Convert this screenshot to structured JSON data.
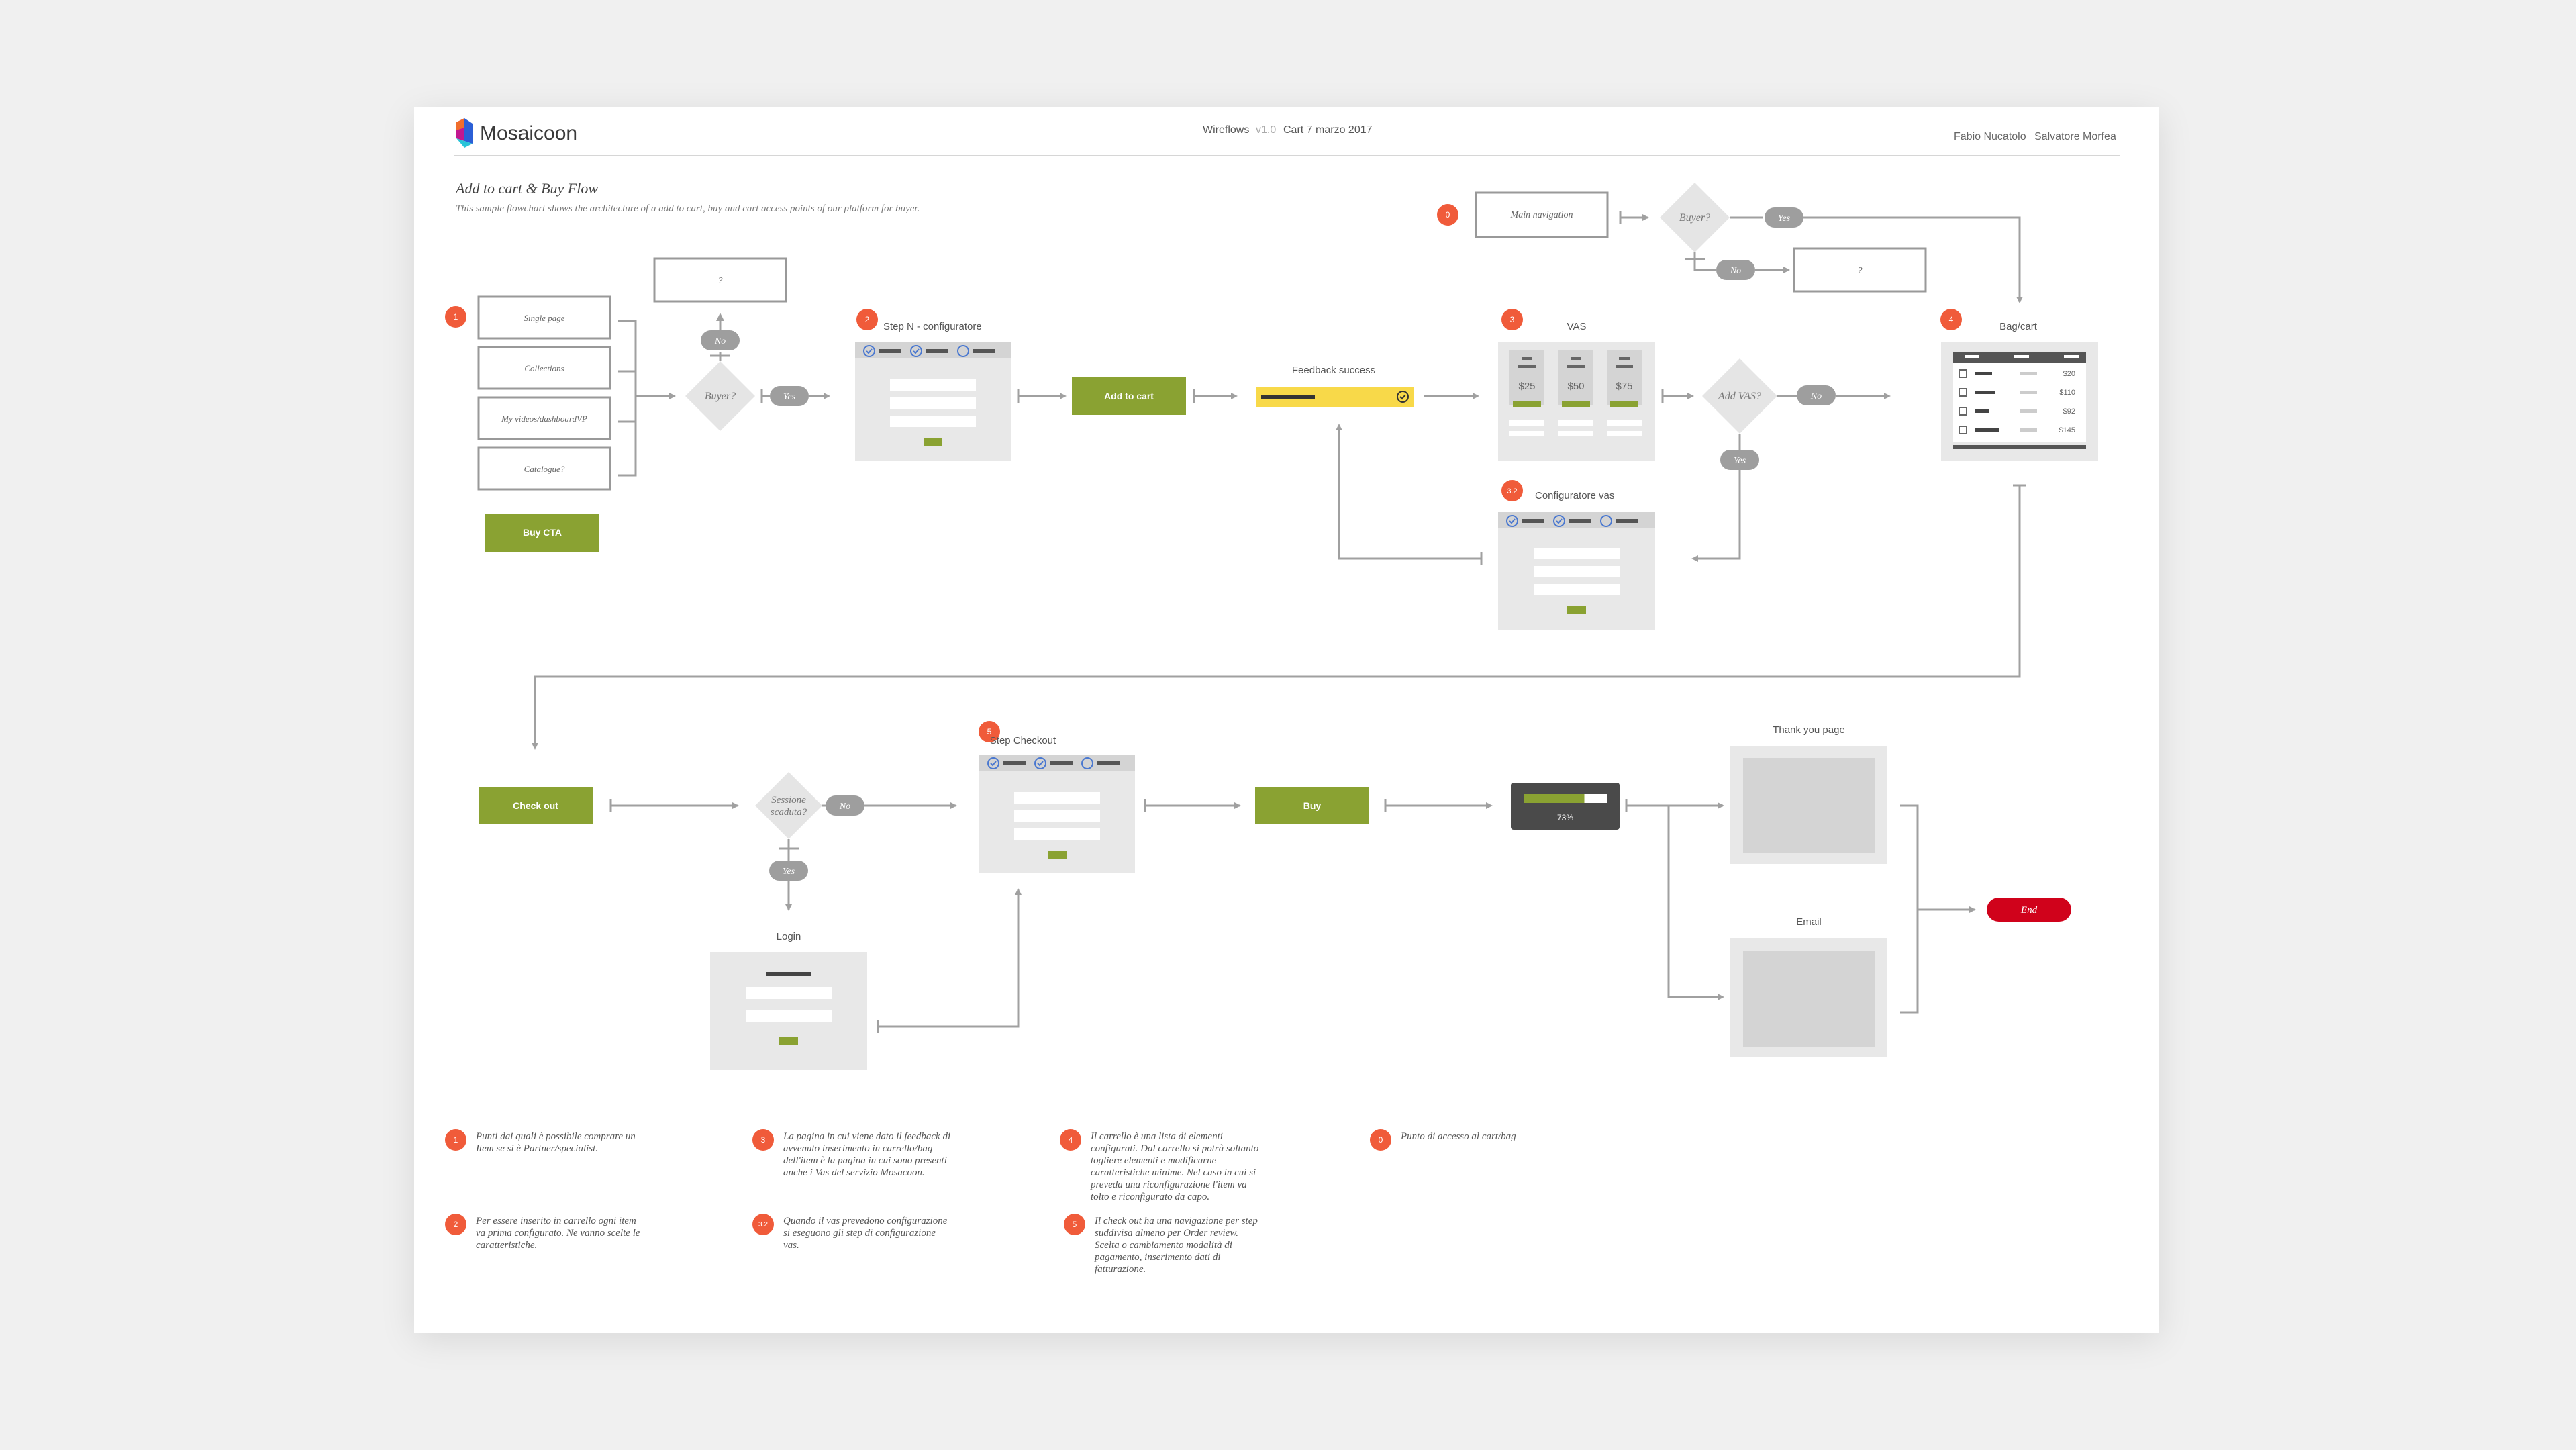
{
  "header": {
    "brand": "Mosaicoon",
    "doc_type": "Wireflows",
    "version": "v1.0",
    "date": "Cart 7 marzo 2017",
    "author1": "Fabio Nucatolo",
    "author2": "Salvatore Morfea"
  },
  "intro": {
    "title": "Add to cart & Buy Flow",
    "subtitle": "This sample flowchart shows the architecture of a add to cart, buy and cart access points of our platform for buyer."
  },
  "flow": {
    "badges": {
      "b0": "0",
      "b1": "1",
      "b2": "2",
      "b3": "3",
      "b32": "3.2",
      "b4": "4",
      "b5": "5"
    },
    "main_nav": "Main navigation",
    "buyer_q": "Buyer?",
    "yes": "Yes",
    "no": "No",
    "unknown": "?",
    "entry_pages": [
      "Single page",
      "Collections",
      "My videos/dashboardVP",
      "Catalogue?"
    ],
    "buy_cta": "Buy CTA",
    "step_n_title": "Step N - configuratore",
    "add_to_cart": "Add to cart",
    "feedback_title": "Feedback success",
    "vas_title": "VAS",
    "vas_prices": [
      "$25",
      "$50",
      "$75"
    ],
    "add_vas_q": "Add VAS?",
    "config_vas_title": "Configuratore vas",
    "bag_title": "Bag/cart",
    "bag_prices": [
      "$20",
      "$110",
      "$92",
      "$145"
    ],
    "check_out": "Check out",
    "session_q_line1": "Sessione",
    "session_q_line2": "scaduta?",
    "login_title": "Login",
    "step_checkout_title": "Step  Checkout",
    "buy": "Buy",
    "progress_label": "73%",
    "progress_value": 0.73,
    "thank_you_title": "Thank you page",
    "email_title": "Email",
    "end": "End"
  },
  "notes": [
    {
      "badge": "1",
      "text": "Punti dai quali è possibile comprare un\nItem se si è Partner/specialist."
    },
    {
      "badge": "2",
      "text": "Per essere inserito in carrello ogni item\nva prima configurato. Ne vanno scelte le\ncaratteristiche."
    },
    {
      "badge": "3",
      "text": "La pagina in cui viene dato il feedback di\navvenuto inserimento in carrello/bag\ndell'item è la pagina in cui sono presenti\nanche i Vas del servizio Mosacoon."
    },
    {
      "badge": "3.2",
      "text": "Quando il vas prevedono configurazione\nsi eseguono gli step di configurazione\nvas."
    },
    {
      "badge": "4",
      "text": "Il carrello è una lista di elementi\nconfigurati. Dal carrello si potrà soltanto\ntogliere elementi e modificarne\ncaratteristiche minime. Nel caso in cui si\npreveda una riconfigurazione l'item va\ntolto e riconfigurato da capo."
    },
    {
      "badge": "5",
      "text": "Il check out ha una navigazione per step\nsuddivisa almeno per Order review.\nScelta o cambiamento modalità di\npagamento, inserimento dati di\nfatturazione."
    },
    {
      "badge": "0",
      "text": "Punto di accesso al cart/bag"
    }
  ],
  "colors": {
    "green": "#8aa232",
    "orange": "#f05b3a",
    "yellow": "#f8d949",
    "red": "#d0021b",
    "gray_box": "#e8e8e8",
    "line": "#9b9b9b",
    "blue_check": "#4a78d0"
  }
}
